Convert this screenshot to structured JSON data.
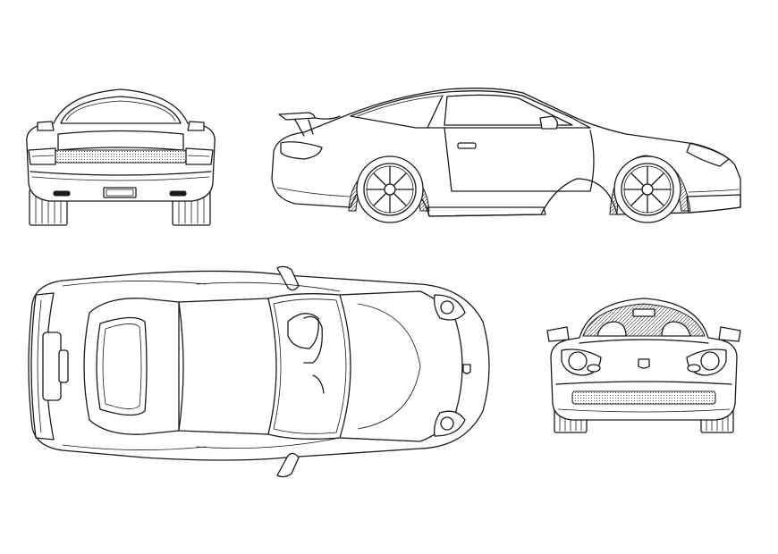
{
  "drawing": {
    "line_color": "#1a1a1a",
    "background_color": "#ffffff",
    "views": [
      "rear-elevation",
      "side-elevation",
      "top-plan",
      "front-elevation"
    ]
  }
}
